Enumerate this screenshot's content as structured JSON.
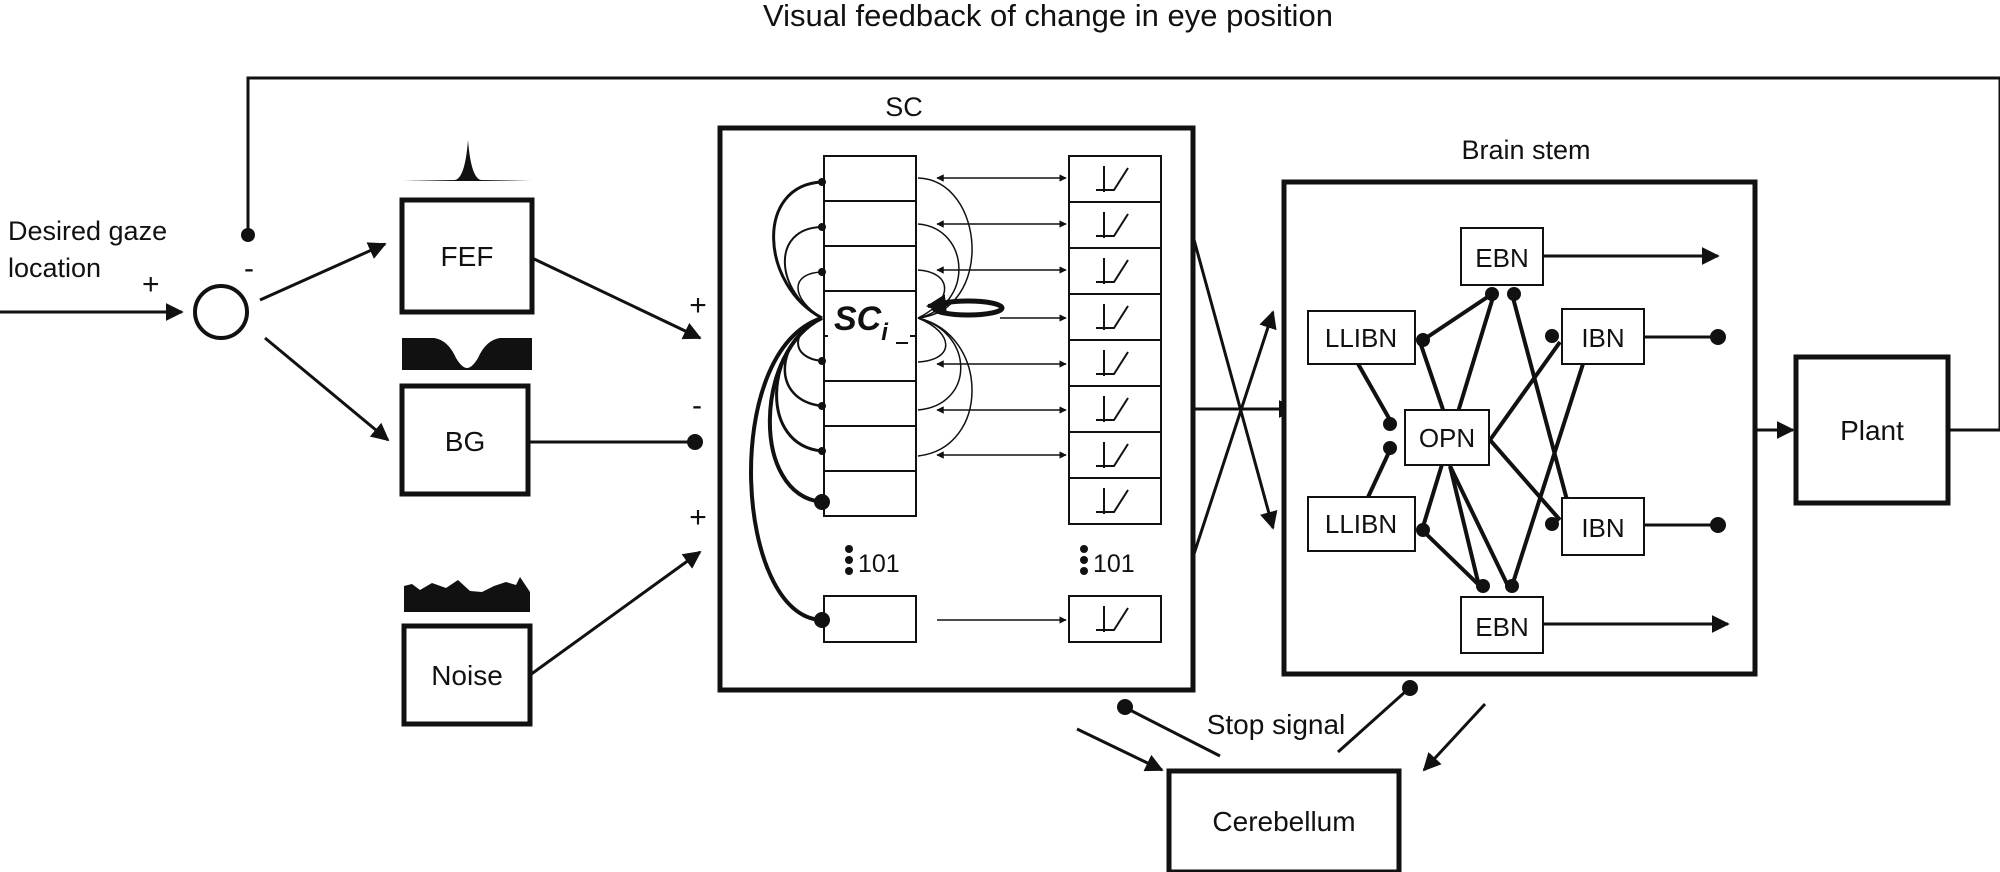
{
  "title": "Visual feedback of change in eye position",
  "input": {
    "label_line1": "Desired gaze",
    "label_line2": "location",
    "plus": "+",
    "minus": "-"
  },
  "blocks": {
    "fef": "FEF",
    "bg": "BG",
    "noise": "Noise",
    "sc": "SC",
    "sc_node": "SC",
    "sc_node_sub": "i",
    "brain_stem": "Brain stem",
    "plant": "Plant",
    "cerebellum": "Cerebellum"
  },
  "sc_inputs": {
    "fef_sign": "+",
    "bg_sign": "-",
    "noise_sign": "+"
  },
  "sc_count_left": "101",
  "sc_count_right": "101",
  "brainstem": {
    "ebn_top": "EBN",
    "ebn_bottom": "EBN",
    "llibn_top": "LLIBN",
    "llibn_bottom": "LLIBN",
    "opn": "OPN",
    "ibn_top": "IBN",
    "ibn_bottom": "IBN"
  },
  "stop_signal": "Stop signal"
}
